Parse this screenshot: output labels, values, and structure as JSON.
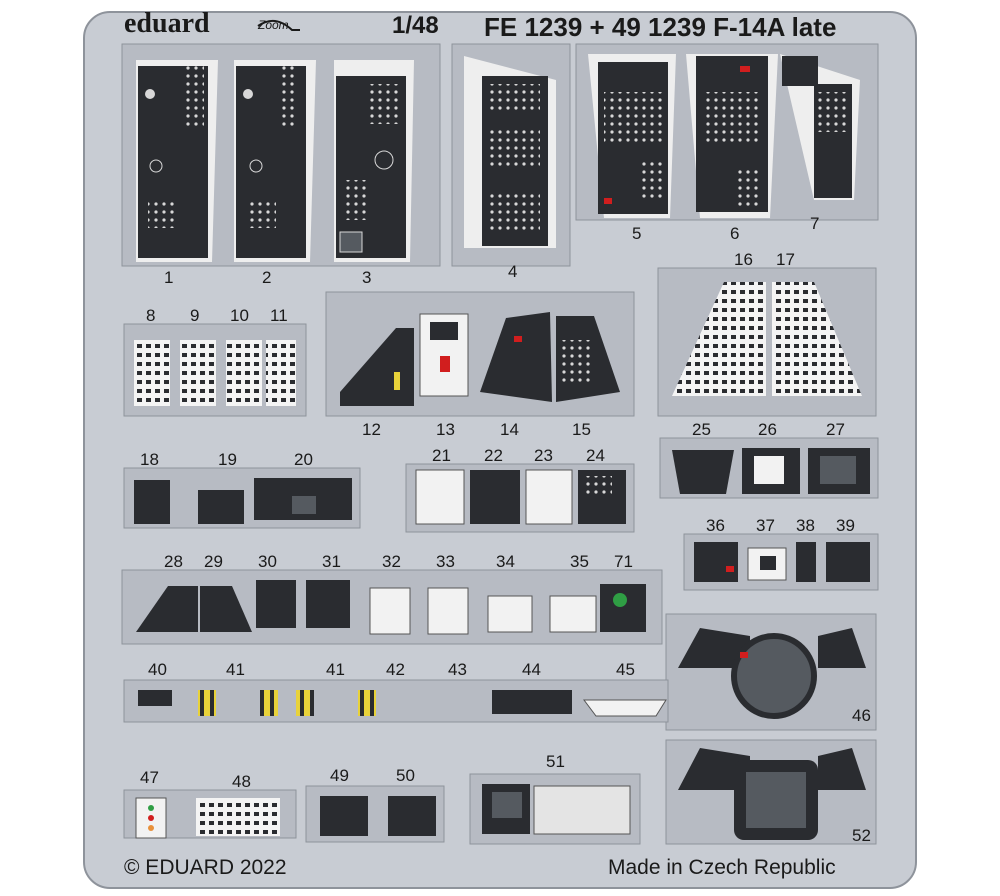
{
  "header": {
    "brand": "eduard",
    "zoom_logo": "Zoom",
    "scale": "1/48",
    "title": "FE 1239 + 49 1239 F-14A late"
  },
  "footer": {
    "copyright": "© EDUARD 2022",
    "origin": "Made in Czech Republic"
  },
  "colors": {
    "fret": "#c8ccd3",
    "fret_edge": "#8e939b",
    "panel_dark": "#2a2c30",
    "panel_light": "#f2f2f2",
    "warning_red": "#d11e1e",
    "warning_yellow": "#e8d23a",
    "indicator_green": "#2f9e44"
  },
  "part_labels": {
    "p1": "1",
    "p2": "2",
    "p3": "3",
    "p4": "4",
    "p5": "5",
    "p6": "6",
    "p7": "7",
    "p8": "8",
    "p9": "9",
    "p10": "10",
    "p11": "11",
    "p12": "12",
    "p13": "13",
    "p14": "14",
    "p15": "15",
    "p16": "16",
    "p17": "17",
    "p18": "18",
    "p19": "19",
    "p20": "20",
    "p21": "21",
    "p22": "22",
    "p23": "23",
    "p24": "24",
    "p25": "25",
    "p26": "26",
    "p27": "27",
    "p28": "28",
    "p29": "29",
    "p30": "30",
    "p31": "31",
    "p32": "32",
    "p33": "33",
    "p34": "34",
    "p35": "35",
    "p71": "71",
    "p36": "36",
    "p37": "37",
    "p38": "38",
    "p39": "39",
    "p40": "40",
    "p41a": "41",
    "p41b": "41",
    "p42": "42",
    "p43": "43",
    "p44": "44",
    "p45": "45",
    "p46": "46",
    "p47": "47",
    "p48": "48",
    "p49": "49",
    "p50": "50",
    "p51": "51",
    "p52": "52"
  }
}
